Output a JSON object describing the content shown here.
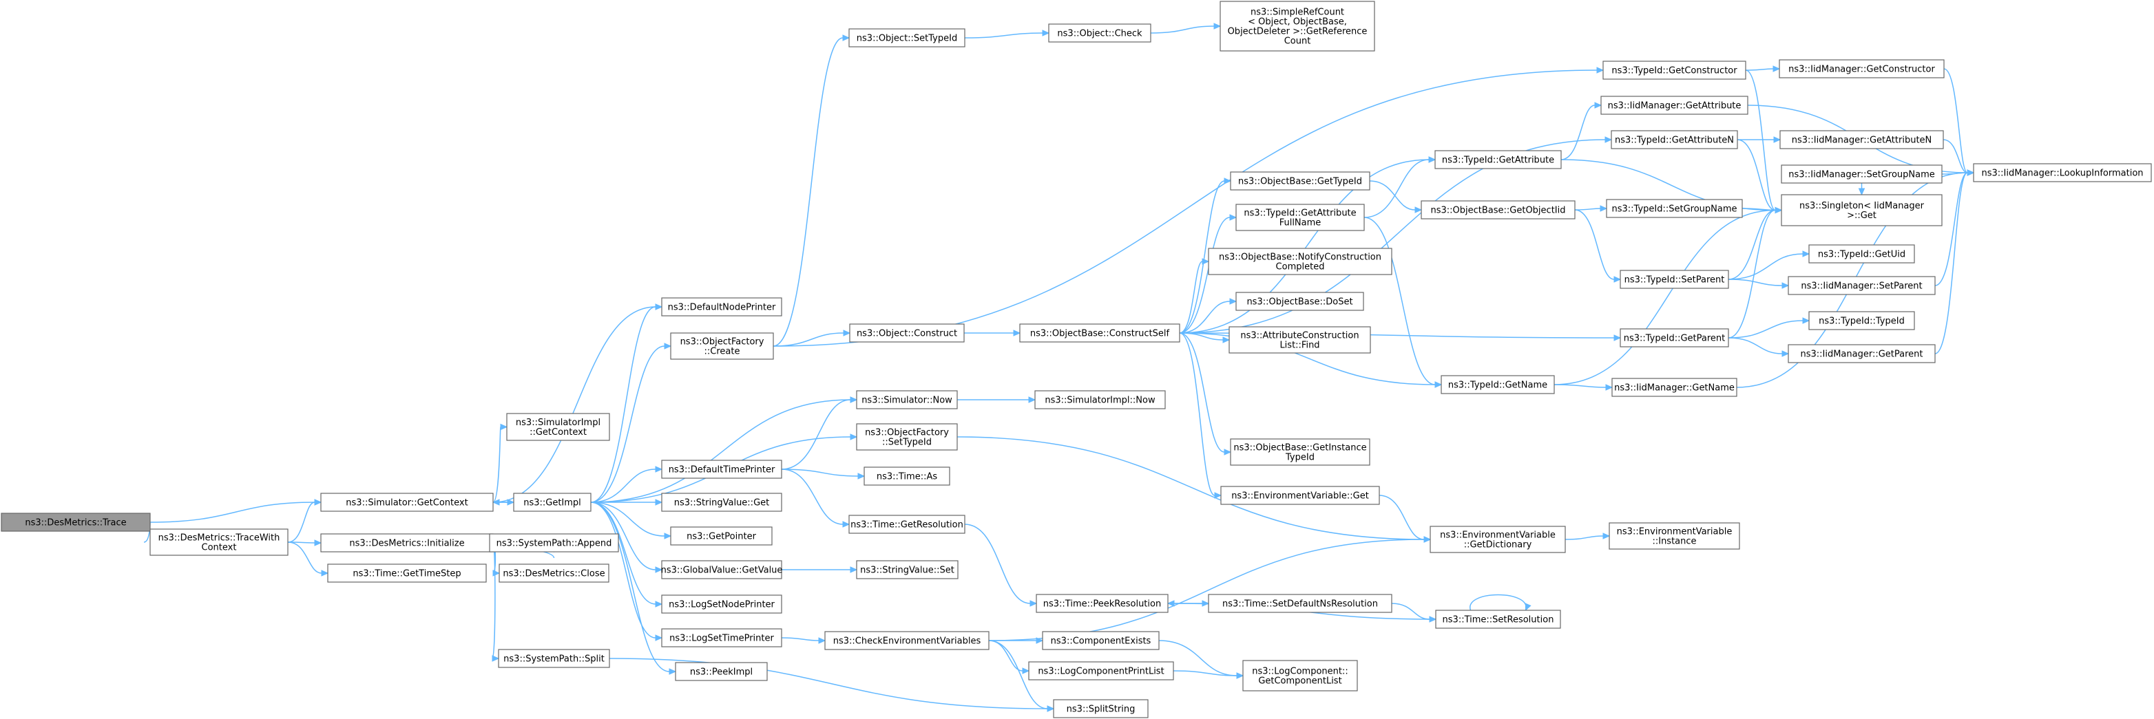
{
  "diagram": {
    "colors": {
      "edge": "#63b8ff",
      "node_border": "#666666",
      "root_fill": "#999999",
      "node_fill": "#ffffff"
    },
    "nodes": [
      {
        "id": "n0",
        "lines": [
          "ns3::DesMetrics::Trace"
        ],
        "root": true
      },
      {
        "id": "n1",
        "lines": [
          "ns3::Simulator::GetContext"
        ]
      },
      {
        "id": "n2",
        "lines": [
          "ns3::DesMetrics::TraceWith",
          "Context"
        ]
      },
      {
        "id": "n3",
        "lines": [
          "ns3::GetImpl"
        ]
      },
      {
        "id": "n4",
        "lines": [
          "ns3::SimulatorImpl",
          "::GetContext"
        ]
      },
      {
        "id": "n5",
        "lines": [
          "ns3::DefaultNodePrinter"
        ]
      },
      {
        "id": "n6",
        "lines": [
          "ns3::ObjectFactory",
          "::Create"
        ]
      },
      {
        "id": "n7",
        "lines": [
          "ns3::DefaultTimePrinter"
        ]
      },
      {
        "id": "n8",
        "lines": [
          "ns3::StringValue::Get"
        ]
      },
      {
        "id": "n9",
        "lines": [
          "ns3::GetPointer"
        ]
      },
      {
        "id": "n10",
        "lines": [
          "ns3::GlobalValue::GetValue"
        ]
      },
      {
        "id": "n11",
        "lines": [
          "ns3::LogSetNodePrinter"
        ]
      },
      {
        "id": "n12",
        "lines": [
          "ns3::LogSetTimePrinter"
        ]
      },
      {
        "id": "n13",
        "lines": [
          "ns3::PeekImpl"
        ]
      },
      {
        "id": "n14",
        "lines": [
          "ns3::DesMetrics::Initialize"
        ]
      },
      {
        "id": "n15",
        "lines": [
          "ns3::SystemPath::Append"
        ]
      },
      {
        "id": "n16",
        "lines": [
          "ns3::DesMetrics::Close"
        ]
      },
      {
        "id": "n17",
        "lines": [
          "ns3::SystemPath::Split"
        ]
      },
      {
        "id": "n18",
        "lines": [
          "ns3::Time::GetTimeStep"
        ]
      },
      {
        "id": "n19",
        "lines": [
          "ns3::Object::SetTypeId"
        ]
      },
      {
        "id": "n20",
        "lines": [
          "ns3::Object::Check"
        ]
      },
      {
        "id": "n21",
        "lines": [
          "ns3::SimpleRefCount",
          "< Object, ObjectBase,",
          "ObjectDeleter >::GetReference",
          "Count"
        ]
      },
      {
        "id": "n22",
        "lines": [
          "ns3::Object::Construct"
        ]
      },
      {
        "id": "n23",
        "lines": [
          "ns3::ObjectBase::ConstructSelf"
        ]
      },
      {
        "id": "n24",
        "lines": [
          "ns3::Simulator::Now"
        ]
      },
      {
        "id": "n25",
        "lines": [
          "ns3::SimulatorImpl::Now"
        ]
      },
      {
        "id": "n26",
        "lines": [
          "ns3::ObjectFactory",
          "::SetTypeId"
        ]
      },
      {
        "id": "n27",
        "lines": [
          "ns3::Time::As"
        ]
      },
      {
        "id": "n28",
        "lines": [
          "ns3::Time::GetResolution"
        ]
      },
      {
        "id": "n29",
        "lines": [
          "ns3::StringValue::Set"
        ]
      },
      {
        "id": "n30",
        "lines": [
          "ns3::CheckEnvironmentVariables"
        ]
      },
      {
        "id": "n31",
        "lines": [
          "ns3::Time::PeekResolution"
        ]
      },
      {
        "id": "n32",
        "lines": [
          "ns3::ComponentExists"
        ]
      },
      {
        "id": "n33",
        "lines": [
          "ns3::LogComponentPrintList"
        ]
      },
      {
        "id": "n34",
        "lines": [
          "ns3::SplitString"
        ]
      },
      {
        "id": "n35",
        "lines": [
          "ns3::ObjectBase::GetTypeId"
        ]
      },
      {
        "id": "n36",
        "lines": [
          "ns3::TypeId::GetAttribute",
          "FullName"
        ]
      },
      {
        "id": "n37",
        "lines": [
          "ns3::ObjectBase::NotifyConstruction",
          "Completed"
        ]
      },
      {
        "id": "n38",
        "lines": [
          "ns3::ObjectBase::DoSet"
        ]
      },
      {
        "id": "n39",
        "lines": [
          "ns3::AttributeConstruction",
          "List::Find"
        ]
      },
      {
        "id": "n40",
        "lines": [
          "ns3::ObjectBase::GetInstance",
          "TypeId"
        ]
      },
      {
        "id": "n41",
        "lines": [
          "ns3::EnvironmentVariable::Get"
        ]
      },
      {
        "id": "n42",
        "lines": [
          "ns3::Time::SetDefaultNsResolution"
        ]
      },
      {
        "id": "n43",
        "lines": [
          "ns3::LogComponent::",
          "GetComponentList"
        ]
      },
      {
        "id": "n44",
        "lines": [
          "ns3::TypeId::GetAttribute"
        ]
      },
      {
        "id": "n45",
        "lines": [
          "ns3::ObjectBase::GetObjectIid"
        ]
      },
      {
        "id": "n46",
        "lines": [
          "ns3::TypeId::GetName"
        ]
      },
      {
        "id": "n47",
        "lines": [
          "ns3::EnvironmentVariable",
          "::GetDictionary"
        ]
      },
      {
        "id": "n48",
        "lines": [
          "ns3::Time::SetResolution"
        ]
      },
      {
        "id": "n49",
        "lines": [
          "ns3::TypeId::GetConstructor"
        ]
      },
      {
        "id": "n50",
        "lines": [
          "ns3::IidManager::GetAttribute"
        ]
      },
      {
        "id": "n51",
        "lines": [
          "ns3::TypeId::GetAttributeN"
        ]
      },
      {
        "id": "n52",
        "lines": [
          "ns3::TypeId::SetGroupName"
        ]
      },
      {
        "id": "n53",
        "lines": [
          "ns3::TypeId::SetParent"
        ]
      },
      {
        "id": "n54",
        "lines": [
          "ns3::TypeId::GetParent"
        ]
      },
      {
        "id": "n55",
        "lines": [
          "ns3::IidManager::GetName"
        ]
      },
      {
        "id": "n56",
        "lines": [
          "ns3::EnvironmentVariable",
          "::Instance"
        ]
      },
      {
        "id": "n57",
        "lines": [
          "ns3::IidManager::GetConstructor"
        ]
      },
      {
        "id": "n58",
        "lines": [
          "ns3::IidManager::GetAttributeN"
        ]
      },
      {
        "id": "n59",
        "lines": [
          "ns3::IidManager::SetGroupName"
        ]
      },
      {
        "id": "n60",
        "lines": [
          "ns3::Singleton< IidManager",
          ">::Get"
        ]
      },
      {
        "id": "n61",
        "lines": [
          "ns3::TypeId::GetUid"
        ]
      },
      {
        "id": "n62",
        "lines": [
          "ns3::IidManager::SetParent"
        ]
      },
      {
        "id": "n63",
        "lines": [
          "ns3::TypeId::TypeId"
        ]
      },
      {
        "id": "n64",
        "lines": [
          "ns3::IidManager::GetParent"
        ]
      },
      {
        "id": "n65",
        "lines": [
          "ns3::IidManager::LookupInformation"
        ]
      }
    ],
    "edges": [
      [
        "n0",
        "n1"
      ],
      [
        "n0",
        "n2"
      ],
      [
        "n1",
        "n3"
      ],
      [
        "n1",
        "n4"
      ],
      [
        "n1",
        "n5"
      ],
      [
        "n2",
        "n1"
      ],
      [
        "n2",
        "n14"
      ],
      [
        "n2",
        "n18"
      ],
      [
        "n3",
        "n5"
      ],
      [
        "n3",
        "n6"
      ],
      [
        "n3",
        "n7"
      ],
      [
        "n3",
        "n8"
      ],
      [
        "n3",
        "n9"
      ],
      [
        "n3",
        "n10"
      ],
      [
        "n3",
        "n11"
      ],
      [
        "n3",
        "n12"
      ],
      [
        "n3",
        "n13"
      ],
      [
        "n3",
        "n1"
      ],
      [
        "n3",
        "n24"
      ],
      [
        "n3",
        "n26"
      ],
      [
        "n14",
        "n15"
      ],
      [
        "n14",
        "n16"
      ],
      [
        "n14",
        "n17"
      ],
      [
        "n6",
        "n19"
      ],
      [
        "n6",
        "n22"
      ],
      [
        "n6",
        "n49"
      ],
      [
        "n19",
        "n20"
      ],
      [
        "n20",
        "n21"
      ],
      [
        "n22",
        "n23"
      ],
      [
        "n23",
        "n35"
      ],
      [
        "n23",
        "n36"
      ],
      [
        "n23",
        "n37"
      ],
      [
        "n23",
        "n38"
      ],
      [
        "n23",
        "n39"
      ],
      [
        "n23",
        "n40"
      ],
      [
        "n23",
        "n41"
      ],
      [
        "n23",
        "n44"
      ],
      [
        "n23",
        "n46"
      ],
      [
        "n23",
        "n51"
      ],
      [
        "n23",
        "n54"
      ],
      [
        "n24",
        "n25"
      ],
      [
        "n26",
        "n47"
      ],
      [
        "n7",
        "n24"
      ],
      [
        "n7",
        "n27"
      ],
      [
        "n7",
        "n28"
      ],
      [
        "n10",
        "n29"
      ],
      [
        "n12",
        "n30"
      ],
      [
        "n28",
        "n31"
      ],
      [
        "n30",
        "n32"
      ],
      [
        "n30",
        "n33"
      ],
      [
        "n30",
        "n34"
      ],
      [
        "n30",
        "n47"
      ],
      [
        "n17",
        "n34"
      ],
      [
        "n32",
        "n43"
      ],
      [
        "n33",
        "n43"
      ],
      [
        "n31",
        "n42"
      ],
      [
        "n42",
        "n48"
      ],
      [
        "n48",
        "n48"
      ],
      [
        "n48",
        "n31"
      ],
      [
        "n35",
        "n45"
      ],
      [
        "n36",
        "n44"
      ],
      [
        "n36",
        "n46"
      ],
      [
        "n44",
        "n50"
      ],
      [
        "n44",
        "n60"
      ],
      [
        "n45",
        "n52"
      ],
      [
        "n45",
        "n53"
      ],
      [
        "n41",
        "n47"
      ],
      [
        "n47",
        "n56"
      ],
      [
        "n46",
        "n55"
      ],
      [
        "n46",
        "n60"
      ],
      [
        "n49",
        "n57"
      ],
      [
        "n49",
        "n60"
      ],
      [
        "n50",
        "n65"
      ],
      [
        "n51",
        "n58"
      ],
      [
        "n51",
        "n60"
      ],
      [
        "n52",
        "n60"
      ],
      [
        "n53",
        "n61"
      ],
      [
        "n53",
        "n62"
      ],
      [
        "n53",
        "n60"
      ],
      [
        "n54",
        "n63"
      ],
      [
        "n54",
        "n64"
      ],
      [
        "n54",
        "n60"
      ],
      [
        "n55",
        "n65"
      ],
      [
        "n57",
        "n65"
      ],
      [
        "n58",
        "n65"
      ],
      [
        "n59",
        "n60"
      ],
      [
        "n59",
        "n65"
      ],
      [
        "n62",
        "n65"
      ],
      [
        "n64",
        "n65"
      ]
    ]
  }
}
